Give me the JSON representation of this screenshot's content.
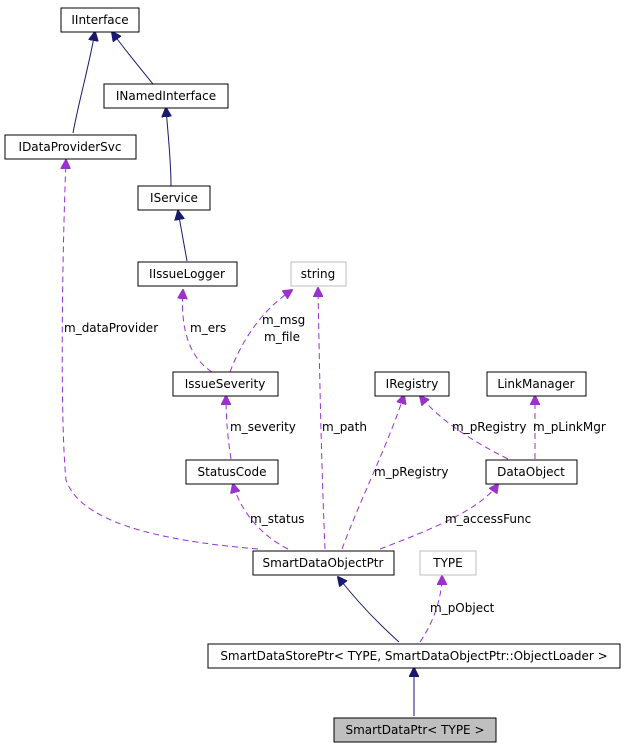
{
  "nodes": {
    "iinterface": "IInterface",
    "inamedinterface": "INamedInterface",
    "idataprovidersvc": "IDataProviderSvc",
    "iservice": "IService",
    "iissuelogger": "IIssueLogger",
    "string": "string",
    "issueseverity": "IssueSeverity",
    "iregistry": "IRegistry",
    "linkmanager": "LinkManager",
    "statuscode": "StatusCode",
    "dataobject": "DataObject",
    "smartdataobjectptr": "SmartDataObjectPtr",
    "type": "TYPE",
    "smartdatastoreptr": "SmartDataStorePtr< TYPE, SmartDataObjectPtr::ObjectLoader >",
    "smartdataptr": "SmartDataPtr< TYPE >"
  },
  "edge_labels": {
    "m_dataProvider": "m_dataProvider",
    "m_ers": "m_ers",
    "m_msg": "m_msg",
    "m_file": "m_file",
    "m_severity": "m_severity",
    "m_path": "m_path",
    "m_pRegistry_iregistry": "m_pRegistry",
    "m_pRegistry_dataobject": "m_pRegistry",
    "m_pLinkMgr": "m_pLinkMgr",
    "m_status": "m_status",
    "m_accessFunc": "m_accessFunc",
    "m_pObject": "m_pObject"
  },
  "colors": {
    "inheritance_edge": "#191970",
    "usage_edge": "#9a32cd",
    "highlight_node": "#bfbfbf",
    "template_node_border": "#bfbfbf"
  }
}
